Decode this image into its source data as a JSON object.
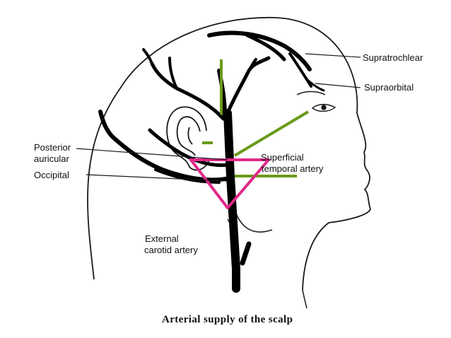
{
  "labels": {
    "supratrochlear": "Supratrochlear",
    "supraorbital": "Supraorbital",
    "posterior_line1": "Posterior",
    "posterior_line2": "auricular",
    "occipital": "Occipital",
    "superficial_line1": "Superficial",
    "superficial_line2": "temporal artery",
    "external_line1": "External",
    "external_line2": "carotid artery"
  },
  "caption": "Arterial supply of the scalp",
  "colors": {
    "artery": "#000000",
    "outline": "#1a1a1a",
    "highlight_green": "#6a9a1a",
    "highlight_pink": "#e0288a"
  }
}
